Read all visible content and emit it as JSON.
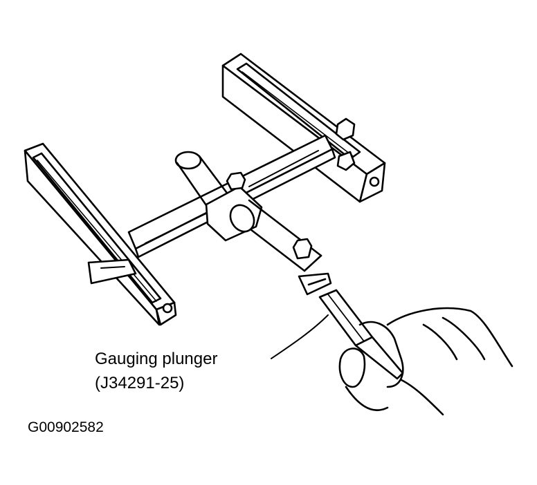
{
  "callout": {
    "line1": "Gauging plunger",
    "line2": "(J34291-25)"
  },
  "figure_id": "G00902582",
  "colors": {
    "ink": "#000000",
    "paper": "#ffffff"
  }
}
